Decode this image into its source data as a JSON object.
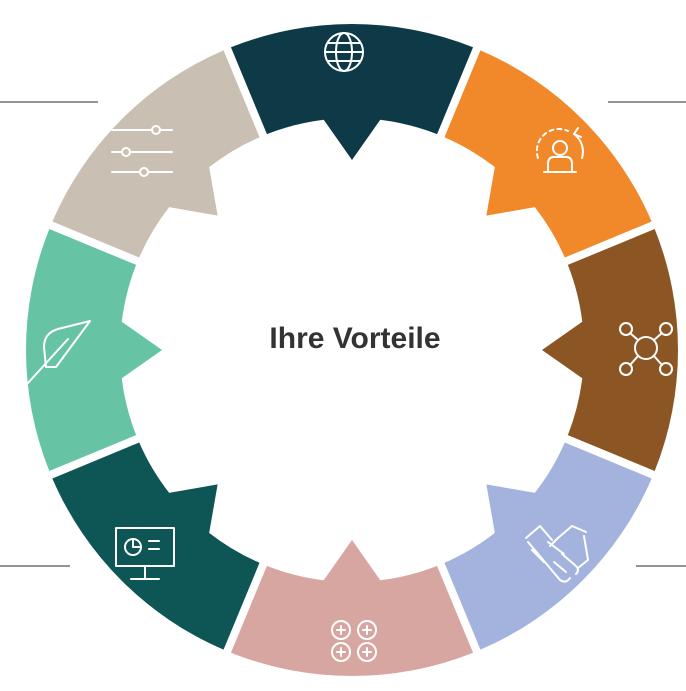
{
  "center": {
    "title": "Ihre Vorteile"
  },
  "segments": [
    {
      "name": "globe",
      "icon": "globe-icon",
      "color": "#0e3a47"
    },
    {
      "name": "user-cycle",
      "icon": "user-cycle-icon",
      "color": "#f1892a"
    },
    {
      "name": "network",
      "icon": "network-nodes-icon",
      "color": "#8c5524"
    },
    {
      "name": "handshake",
      "icon": "handshake-icon",
      "color": "#a4b3dd"
    },
    {
      "name": "plus-grid",
      "icon": "plus-circles-icon",
      "color": "#d7a6a1"
    },
    {
      "name": "dashboard",
      "icon": "monitor-chart-icon",
      "color": "#0e5556"
    },
    {
      "name": "leaf",
      "icon": "leaf-icon",
      "color": "#66c4a5"
    },
    {
      "name": "sliders",
      "icon": "sliders-icon",
      "color": "#c9bfb3"
    }
  ],
  "line_color": "#555555"
}
